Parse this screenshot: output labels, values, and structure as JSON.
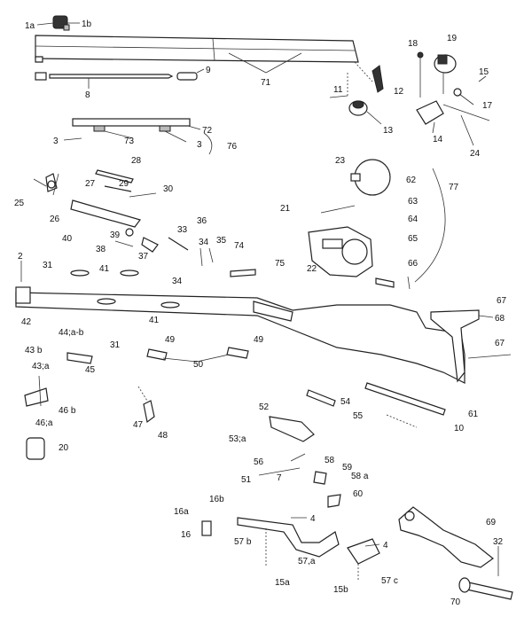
{
  "labels": {
    "l1a": "1a",
    "l1b": "1b",
    "l2": "2",
    "l3a": "3",
    "l3b": "3",
    "l4a": "4",
    "l4b": "4",
    "l7": "7",
    "l8": "8",
    "l9": "9",
    "l10": "10",
    "l11": "11",
    "l12": "12",
    "l13": "13",
    "l14": "14",
    "l15": "15",
    "l15a": "15a",
    "l15b": "15b",
    "l16": "16",
    "l16a": "16a",
    "l16b": "16b",
    "l17": "17",
    "l18": "18",
    "l19": "19",
    "l20": "20",
    "l21": "21",
    "l22": "22",
    "l23": "23",
    "l24": "24",
    "l25": "25",
    "l26": "26",
    "l27": "27",
    "l28": "28",
    "l29": "29",
    "l30": "30",
    "l31a": "31",
    "l31b": "31",
    "l32": "32",
    "l33": "33",
    "l34a": "34",
    "l34b": "34",
    "l35": "35",
    "l36": "36",
    "l37": "37",
    "l38": "38",
    "l39": "39",
    "l40": "40",
    "l41a": "41",
    "l41b": "41",
    "l42": "42",
    "l43a": "43;a",
    "l43b": "43 b",
    "l44": "44;a-b",
    "l45": "45",
    "l46a": "46;a",
    "l46b": "46 b",
    "l47": "47",
    "l48": "48",
    "l49a": "49",
    "l49b": "49",
    "l50": "50",
    "l51": "51",
    "l52": "52",
    "l53": "53;a",
    "l54": "54",
    "l55": "55",
    "l56": "56",
    "l57a": "57,a",
    "l57b": "57 b",
    "l57c": "57 c",
    "l58": "58",
    "l58a": "58 a",
    "l59": "59",
    "l60": "60",
    "l61": "61",
    "l62": "62",
    "l63": "63",
    "l64": "64",
    "l65": "65",
    "l66": "66",
    "l67a": "67",
    "l67b": "67",
    "l68": "68",
    "l69": "69",
    "l70": "70",
    "l71": "71",
    "l72": "72",
    "l73": "73",
    "l74": "74",
    "l75": "75",
    "l76": "76",
    "l77": "77"
  }
}
